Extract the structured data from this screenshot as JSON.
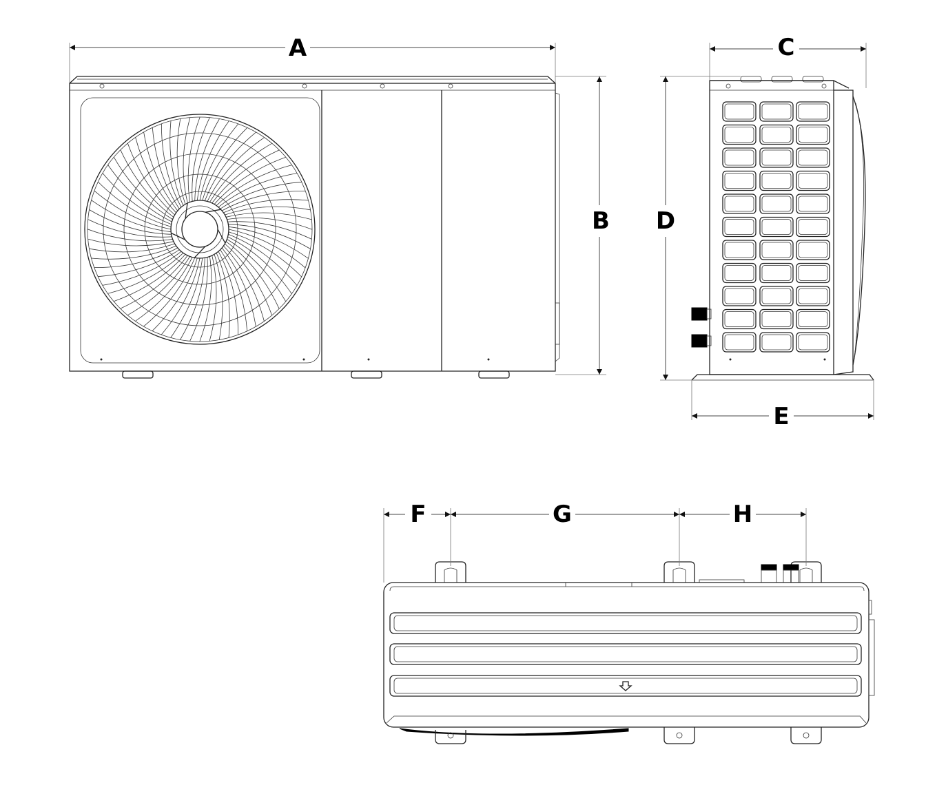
{
  "dimensions": {
    "A": "A",
    "B": "B",
    "C": "C",
    "D": "D",
    "E": "E",
    "F": "F",
    "G": "G",
    "H": "H"
  },
  "views": [
    "front-view",
    "side-view",
    "top-view"
  ]
}
